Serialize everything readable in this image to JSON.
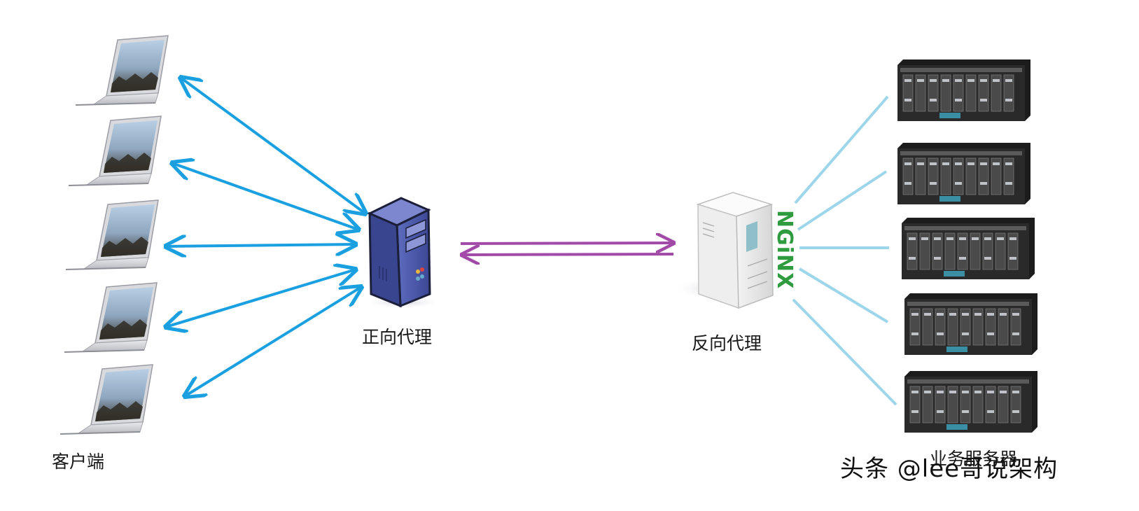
{
  "labels": {
    "clients": "客户端",
    "forward_proxy": "正向代理",
    "reverse_proxy": "反向代理",
    "servers": "业务服务器"
  },
  "nginx_logo": "NGiNX",
  "watermark": "头条 @lee哥说架构",
  "icons": {
    "client": "laptop-icon",
    "forward_proxy": "server-tower-icon",
    "reverse_proxy": "server-tower-icon",
    "backend": "blade-server-icon"
  },
  "colors": {
    "client_arrows": "#1aa0e0",
    "proxy_link": "#a24aa8",
    "backend_links": "#9dd6ea",
    "nginx_green": "#2e9b3e",
    "forward_proxy_body": "#4c5cab"
  },
  "counts": {
    "clients": 5,
    "servers": 5
  }
}
